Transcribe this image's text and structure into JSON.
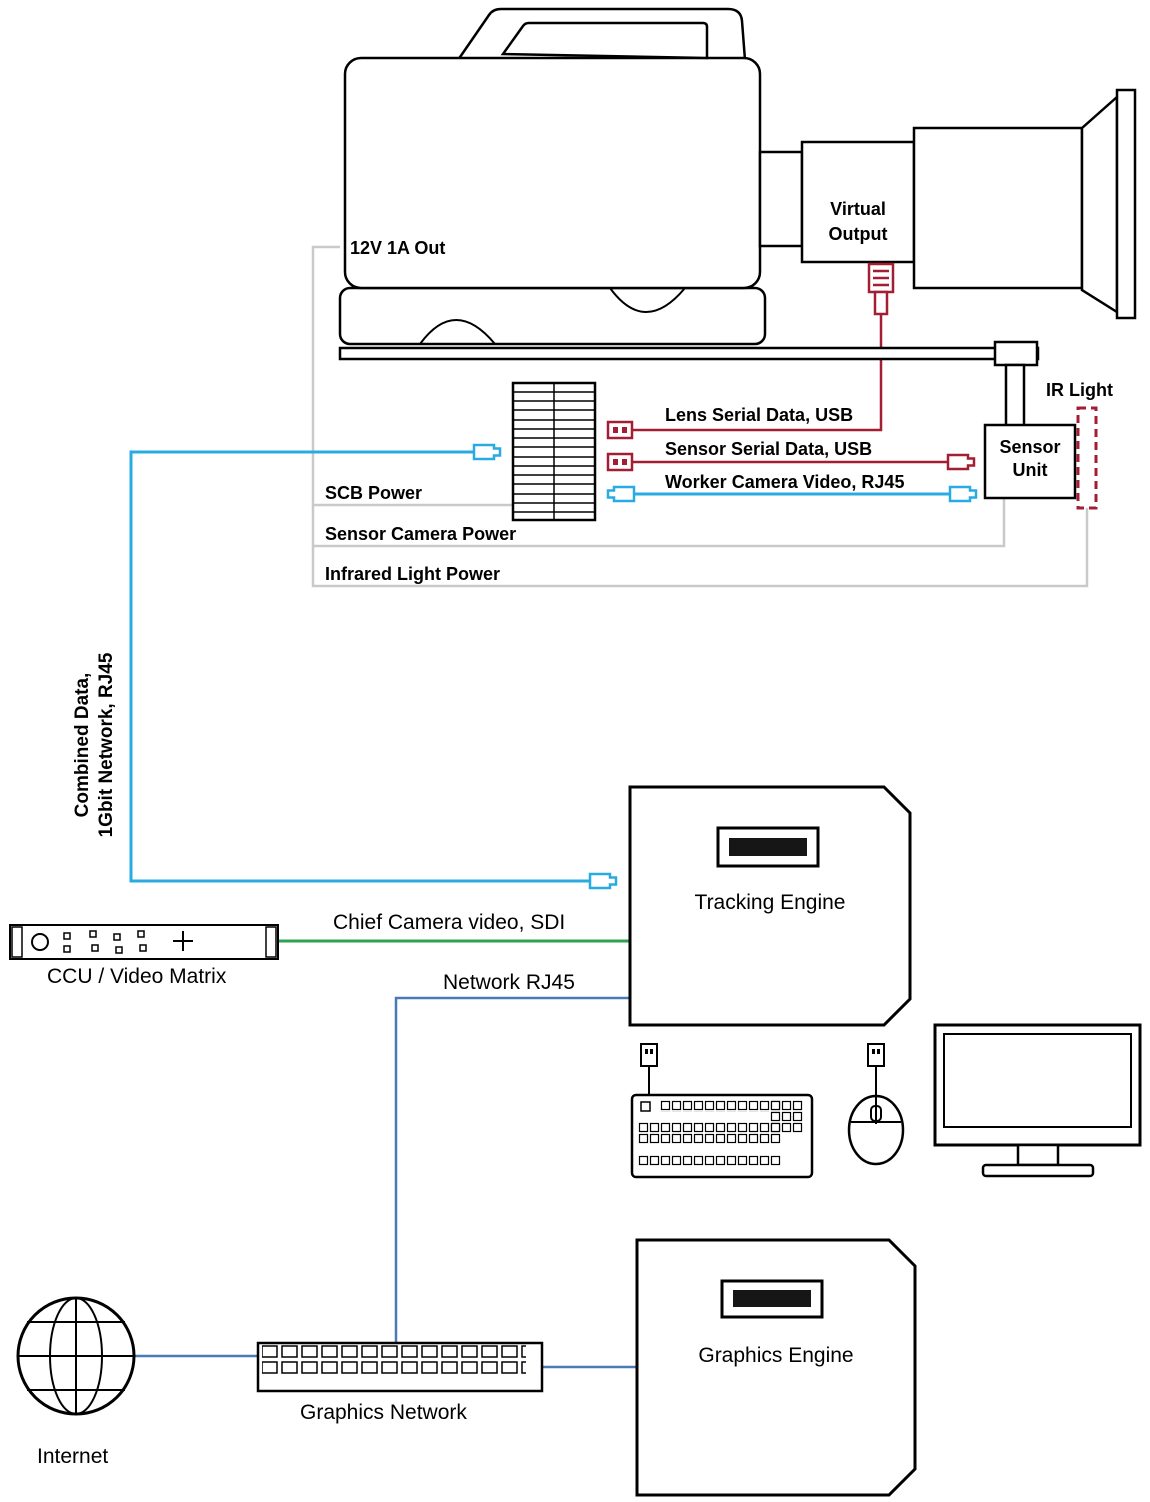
{
  "colors": {
    "blue": "#29abe2",
    "red": "#a21f33",
    "green": "#2ea152",
    "steel": "#4a7ab5",
    "gray": "#c9c9c9"
  },
  "camera": {
    "power_out": "12V 1A Out",
    "virtual_output_1": "Virtual",
    "virtual_output_2": "Output"
  },
  "sensor": {
    "name_1": "Sensor",
    "name_2": "Unit",
    "ir_light": "IR Light"
  },
  "cables": {
    "lens_serial": "Lens Serial Data, USB",
    "sensor_serial": "Sensor Serial Data, USB",
    "worker_video": "Worker Camera Video, RJ45",
    "scb_power": "SCB Power",
    "sensor_camera_power": "Sensor Camera Power",
    "infrared_power": "Infrared Light Power",
    "combined_1": "Combined Data,",
    "combined_2": "1Gbit Network, RJ45",
    "chief_video": "Chief Camera video, SDI",
    "network": "Network RJ45"
  },
  "devices": {
    "ccu": "CCU / Video Matrix",
    "tracking_engine": "Tracking Engine",
    "graphics_engine": "Graphics Engine",
    "graphics_network": "Graphics Network",
    "internet": "Internet"
  }
}
